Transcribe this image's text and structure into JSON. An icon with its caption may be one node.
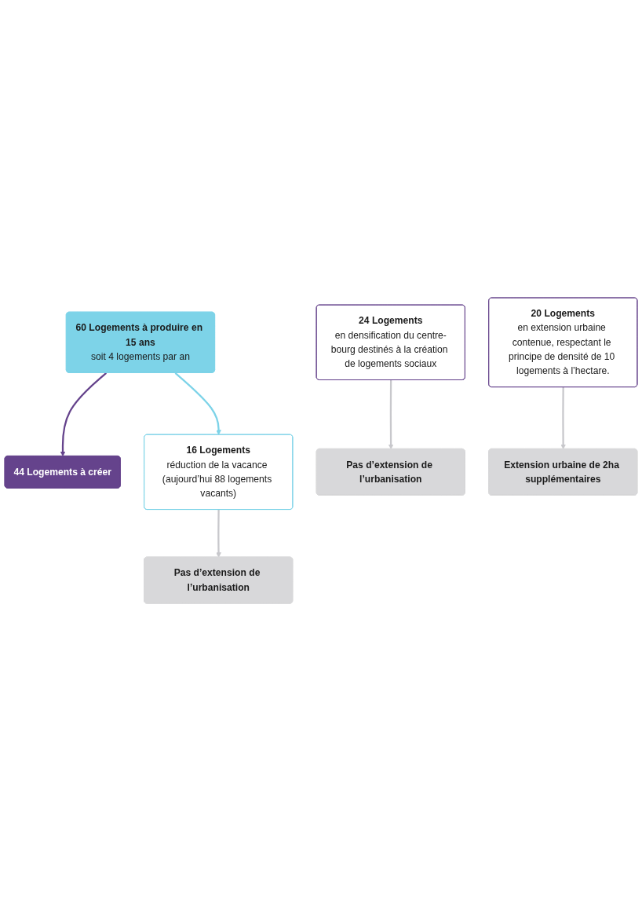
{
  "diagram": {
    "nodes": [
      {
        "text": [
          "60 Logements à produire en 15 ans",
          "soit 4 logements par an"
        ]
      },
      {
        "text": [
          "44 Logements à créer"
        ]
      },
      {
        "text": [
          "16 Logements",
          "réduction de la vacance (aujourd’hui 88 logements vacants)"
        ]
      },
      {
        "text": [
          "24 Logements",
          "en densification du centre-bourg destinés à la création de logements sociaux"
        ]
      },
      {
        "text": [
          "20 Logements",
          "en extension urbaine contenue, respectant le principe de densité de 10 logements à l’hectare."
        ]
      },
      {
        "text": [
          "Pas d’extension de l’urbanisation"
        ]
      },
      {
        "text": [
          "Pas d’extension de l’urbanisation"
        ]
      },
      {
        "text": [
          "Extension urbaine de 2ha supplémentaires"
        ]
      }
    ],
    "edges": [
      {
        "from": 0,
        "to": 2,
        "arrow": "to",
        "color": "#7dd3e8"
      },
      {
        "from": 0,
        "to": 1,
        "arrow": "to",
        "color": "#65438c"
      },
      {
        "from": 2,
        "to": 5,
        "arrow": "to"
      },
      {
        "from": 3,
        "to": 6,
        "arrow": "to"
      },
      {
        "from": 4,
        "to": 7,
        "arrow": "to"
      }
    ]
  }
}
